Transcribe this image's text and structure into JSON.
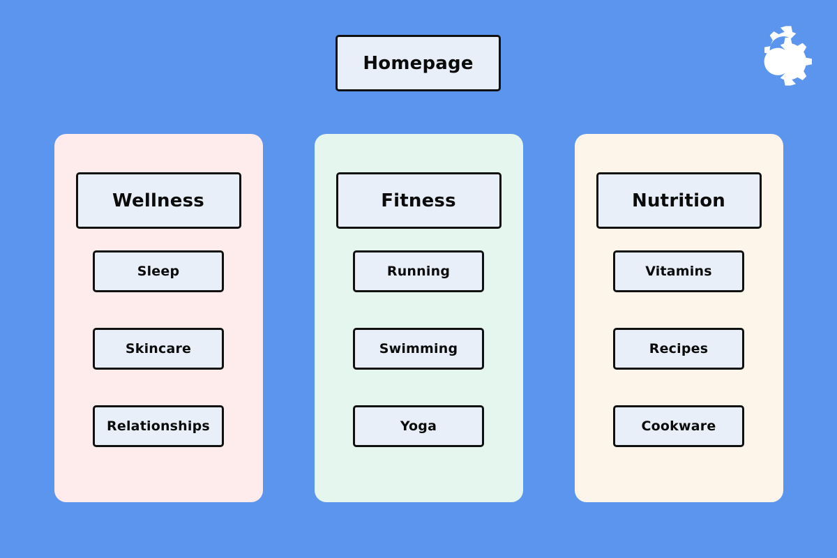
{
  "diagram": {
    "title": "Homepage",
    "background_color": "#5B95ED",
    "node_fill_color": "#E8EFF8",
    "node_border_color": "#101010",
    "logo": {
      "icon": "interlocking-gears-icon",
      "color": "#FFFFFF"
    },
    "root": {
      "label": "Homepage"
    },
    "columns": [
      {
        "id": "wellness",
        "header": "Wellness",
        "panel_color": "#FEECEC",
        "items": [
          {
            "label": "Sleep"
          },
          {
            "label": "Skincare"
          },
          {
            "label": "Relationships"
          }
        ]
      },
      {
        "id": "fitness",
        "header": "Fitness",
        "panel_color": "#E4F6EE",
        "items": [
          {
            "label": "Running"
          },
          {
            "label": "Swimming"
          },
          {
            "label": "Yoga"
          }
        ]
      },
      {
        "id": "nutrition",
        "header": "Nutrition",
        "panel_color": "#FDF4EA",
        "items": [
          {
            "label": "Vitamins"
          },
          {
            "label": "Recipes"
          },
          {
            "label": "Cookware"
          }
        ]
      }
    ]
  }
}
